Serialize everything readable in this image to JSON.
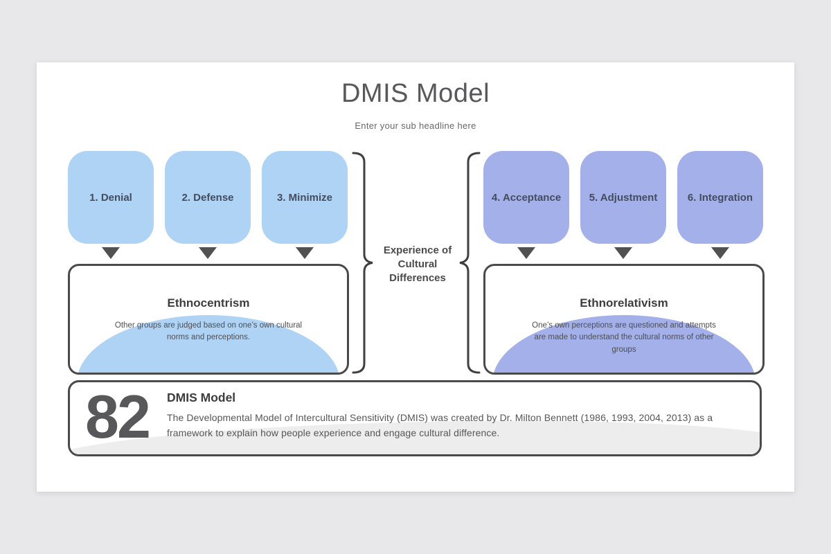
{
  "slide": {
    "title": "DMIS Model",
    "subtitle": "Enter your sub headline here"
  },
  "stages": {
    "left": [
      {
        "label": "1. Denial"
      },
      {
        "label": "2. Defense"
      },
      {
        "label": "3. Minimize"
      }
    ],
    "right": [
      {
        "label": "4. Acceptance"
      },
      {
        "label": "5. Adjustment"
      },
      {
        "label": "6. Integration"
      }
    ]
  },
  "center_label": {
    "text": "Experience of\nCultural\nDifferences"
  },
  "groups": {
    "left": {
      "title": "Ethnocentrism",
      "description": "Other groups are judged based on one’s own cultural norms and perceptions."
    },
    "right": {
      "title": "Ethnorelativism",
      "description": "One’s own perceptions are questioned and attempts are made to understand the cultural norms of other groups"
    }
  },
  "footer": {
    "number": "82",
    "title": "DMIS Model",
    "description": "The Developmental Model of Intercultural Sensitivity (DMIS) was created by Dr. Milton Bennett (1986, 1993, 2004, 2013) as a framework to explain how people experience and engage cultural difference."
  },
  "colors": {
    "background": "#e8e7ea",
    "left_stage": "#aed3f5",
    "right_stage": "#a3b0e9",
    "border": "#4a4a4a",
    "arrow": "#515151",
    "brace": "#3f3f3f"
  }
}
